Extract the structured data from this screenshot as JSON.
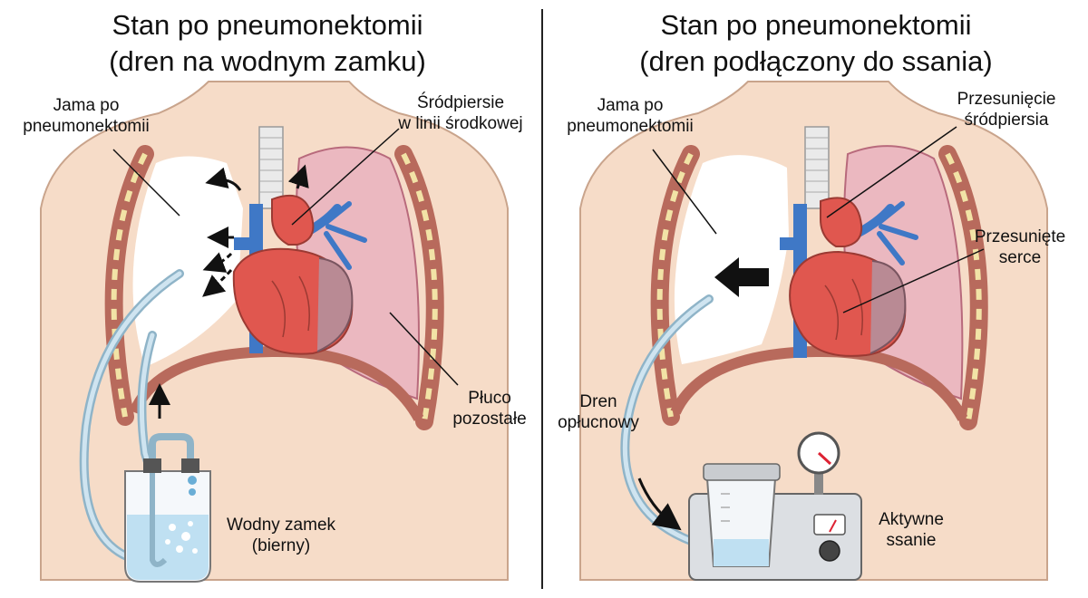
{
  "left_panel": {
    "title_line1": "Stan po pneumonektomii",
    "title_line2": "(dren na wodnym zamku)",
    "cavity_label_line1": "Jama po",
    "cavity_label_line2": "pneumonektomii",
    "mediastinum_label_line1": "Śródpiersie",
    "mediastinum_label_line2": "w linii środkowej",
    "lung_label_line1": "Płuco",
    "lung_label_line2": "pozostałe",
    "water_seal_label_line1": "Wodny zamek",
    "water_seal_label_line2": "(bierny)"
  },
  "right_panel": {
    "title_line1": "Stan po pneumonektomii",
    "title_line2": "(dren podłączony do ssania)",
    "cavity_label_line1": "Jama po",
    "cavity_label_line2": "pneumonektomii",
    "mediastinal_shift_label_line1": "Przesunięcie",
    "mediastinal_shift_label_line2": "śródpiersia",
    "heart_shift_label_line1": "Przesunięte",
    "heart_shift_label_line2": "serce",
    "drain_label_line1": "Dren",
    "drain_label_line2": "opłucnowy",
    "suction_label_line1": "Aktywne",
    "suction_label_line2": "ssanie"
  },
  "colors": {
    "skin": "#f6dcc8",
    "rib_band": "#b86a5c",
    "lung": "#ebb8c0",
    "heart": "#e0574f",
    "vein": "#3f78c6",
    "tube": "#a9cbe0",
    "water": "#bfe0f2"
  }
}
